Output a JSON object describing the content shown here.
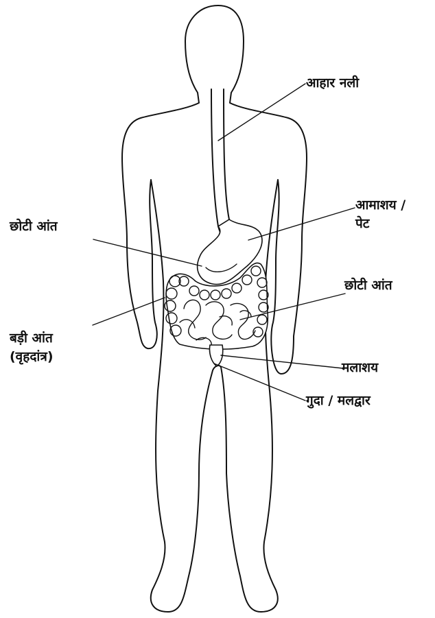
{
  "labels": {
    "esophagus": "आहार नली",
    "stomach_line1": "आमाशय /",
    "stomach_line2": "पेट",
    "small_intestine_left": "छोटी आंत",
    "small_intestine_right": "छोटी आंत",
    "large_intestine_line1": "बड़ी आंत",
    "large_intestine_line2": "(वृहदांत्र)",
    "rectum": "मलाशय",
    "anus": "गुदा / मलद्वार"
  },
  "colors": {
    "stroke": "#111111",
    "background": "#ffffff"
  }
}
